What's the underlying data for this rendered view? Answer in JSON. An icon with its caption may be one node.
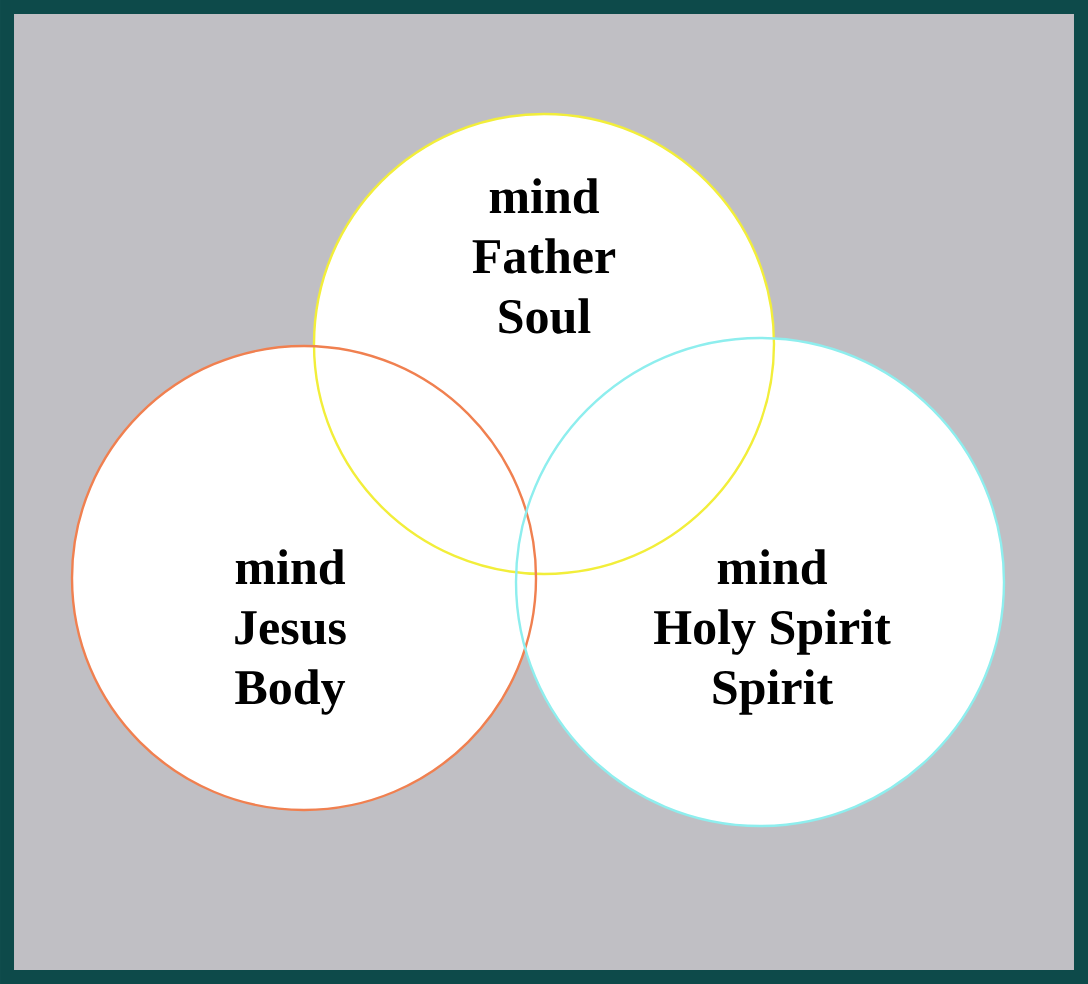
{
  "diagram": {
    "nodes": [
      {
        "text": [
          "mind",
          "Father",
          "Soul"
        ]
      },
      {
        "text": [
          "mind",
          "Jesus",
          "Body"
        ]
      },
      {
        "text": [
          "mind",
          "Holy Spirit",
          "Spirit"
        ]
      }
    ]
  }
}
